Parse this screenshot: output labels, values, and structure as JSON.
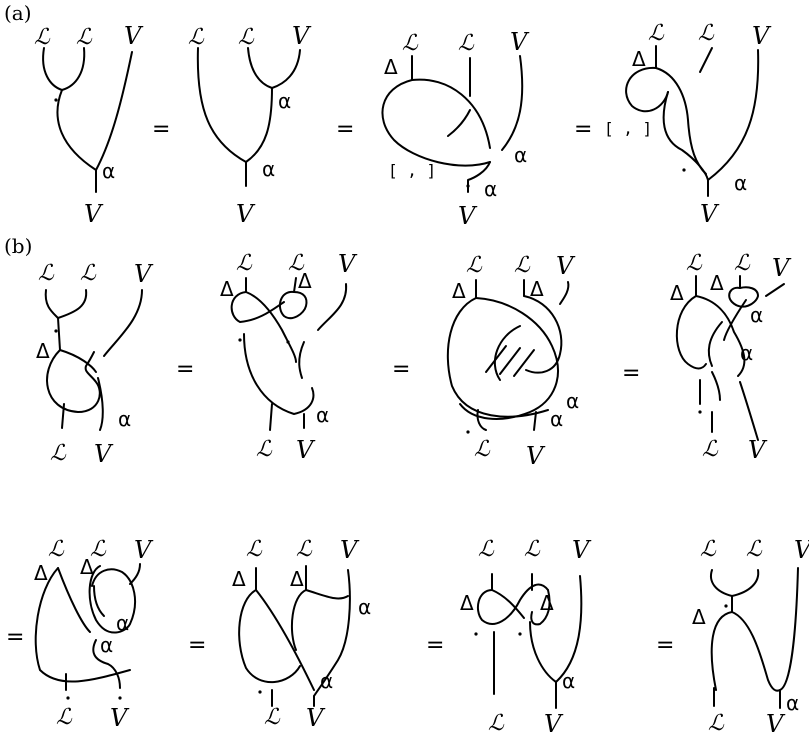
{
  "panels": {
    "a": "(a)",
    "b": "(b)"
  },
  "labels": {
    "L": "ℒ",
    "V": "V",
    "alpha": "α",
    "Delta": "Δ",
    "bracket": "[ , ]",
    "eq": "="
  }
}
